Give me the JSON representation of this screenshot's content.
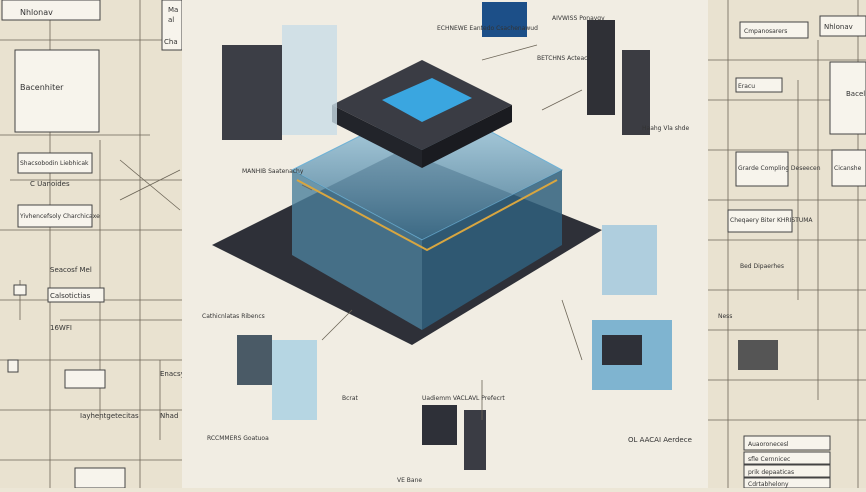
{
  "left_panel": {
    "labels": [
      "Nhlonav",
      "Bacenhiter",
      "Shacsobodin Liebhicak",
      "C Uanoides",
      "Yivhencefsoly Charchicaxe",
      "Seacosf Mel",
      "Calsotictias",
      "16WFI",
      "Iayhentgetecitas",
      "Nhad",
      "Enacsy",
      "Ma",
      "al",
      "Cha"
    ]
  },
  "center_illustration": {
    "labels": [
      "MANHIB Saatenachy",
      "ECHNEWE Eantedo Csachenawud",
      "AIVWISS Ponaygy",
      "BETCHNS Acteach",
      "Haahg Vla shde",
      "Cathicnlatas Ribencs",
      "Bcrat",
      "Uadiemm VACLAVL Prefecrt",
      "RCCMMERS Goatuoa",
      "OL AACAI Aerdece",
      "VE Bane"
    ],
    "colors": {
      "screen": "#3aa6e0",
      "platform": "#2e3038",
      "glass": "#8fc6e0",
      "accent": "#d8a640"
    }
  },
  "right_panel": {
    "labels": [
      "Cmpanosarers",
      "Nhlonav",
      "Eracu",
      "Bacel",
      "Grarde Compling Deseecen",
      "Cheqaery Biter KHRISTUMA",
      "Bed Dipaerhes",
      "Ness",
      "Auaoronecesl",
      "sfle Cernnicec",
      "prik depaaticas",
      "Cdrtabhelony",
      "Cicanshe"
    ]
  }
}
